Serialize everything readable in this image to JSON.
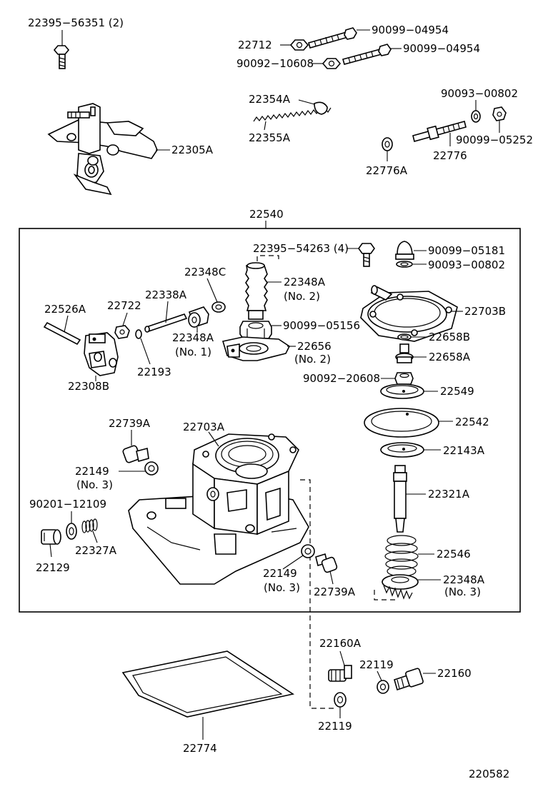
{
  "diagram": {
    "assembly_label": "22540",
    "figure_number": "220582",
    "labels": {
      "p22395_56351": "22395−56351 (2)",
      "p22305A": "22305A",
      "p22712": "22712",
      "p90099_04954_a": "90099−04954",
      "p90099_04954_b": "90099−04954",
      "p90092_10608": "90092−10608",
      "p22354A": "22354A",
      "p22355A": "22355A",
      "p90093_00802_top": "90093−00802",
      "p90099_05252": "90099−05252",
      "p22776": "22776",
      "p22776A": "22776A",
      "p22395_54263": "22395−54263 (4)",
      "p90099_05181": "90099−05181",
      "p90093_00802": "90093−00802",
      "p22348C": "22348C",
      "p22348A_no2": "22348A",
      "p22348A_no2_sub": "(No. 2)",
      "p22703B": "22703B",
      "p22526A": "22526A",
      "p22722": "22722",
      "p22338A": "22338A",
      "p22348A_no1": "22348A",
      "p22348A_no1_sub": "(No. 1)",
      "p90099_05156": "90099−05156",
      "p22658B": "22658B",
      "p22656": "22656",
      "p22656_sub": "(No. 2)",
      "p22658A": "22658A",
      "p22193": "22193",
      "p22308B": "22308B",
      "p90092_20608": "90092−20608",
      "p22549": "22549",
      "p22739A_top": "22739A",
      "p22703A": "22703A",
      "p22542": "22542",
      "p22143A": "22143A",
      "p22149_left": "22149",
      "p22149_left_sub": "(No. 3)",
      "p22321A": "22321A",
      "p90201_12109": "90201−12109",
      "p22327A": "22327A",
      "p22129": "22129",
      "p22546": "22546",
      "p22149_right": "22149",
      "p22149_right_sub": "(No. 3)",
      "p22739A_bottom": "22739A",
      "p22348A_no3": "22348A",
      "p22348A_no3_sub": "(No. 3)",
      "p22160A": "22160A",
      "p22119_right": "22119",
      "p22160": "22160",
      "p22119_left": "22119",
      "p22774": "22774"
    }
  }
}
